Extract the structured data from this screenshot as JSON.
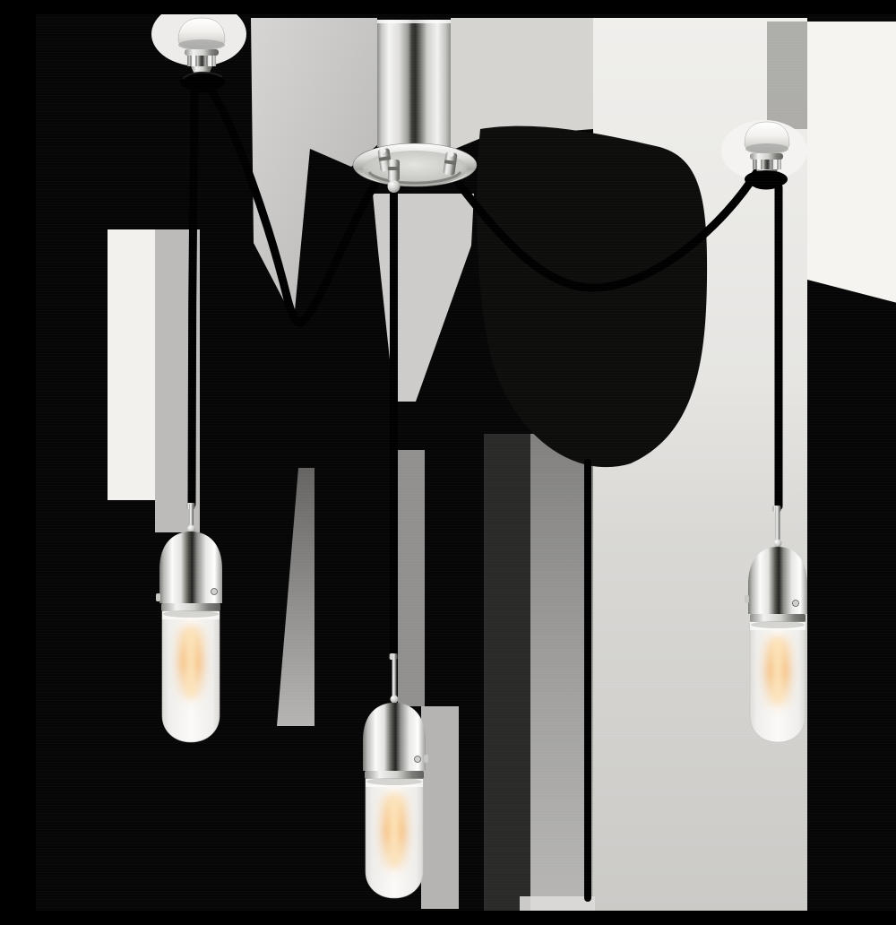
{
  "meta": {
    "alt": "Product photo of a three-light plug-in swag pendant chandelier with polished nickel hardware, black fabric cords and frosted glass capsule bulbs glowing warm, shown against a dark background with light-gray backdrop patches",
    "caption": "Three-light swag pendant with polished nickel sockets and frosted tubular bulbs"
  },
  "product": {
    "type": "swag pendant chandelier",
    "light_count": 3,
    "finish": "polished nickel",
    "cord": "black fabric cord",
    "glass": "frosted white capsule bulb",
    "glow": "warm incandescent filament",
    "components": {
      "canopy": "cylindrical ceiling canopy with flared rim and three cord ferrules",
      "swag_buttons": [
        "left swag anchor button",
        "right swag anchor button"
      ],
      "pendants": [
        "left pendant",
        "center pendant",
        "right pendant"
      ]
    }
  },
  "colors": {
    "background": "#060606",
    "cord": "#000000",
    "shadow-mass": "#0d0d0c",
    "backdrop-bright": "#f2f1ee",
    "backdrop-dim": "#9b9a98",
    "nickel-bright": "#fbfbfa",
    "nickel-mid": "#d8d8d5",
    "nickel-dark": "#55554f",
    "glass-frost": "#f7f6f4",
    "glow-warm": "#f4ae60"
  }
}
